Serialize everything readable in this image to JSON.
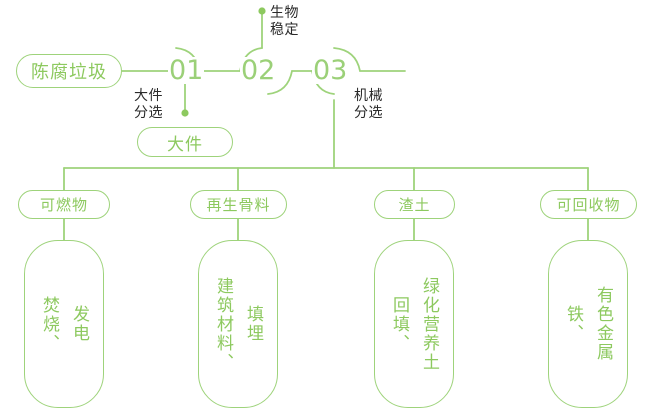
{
  "theme": {
    "line_color": "#9ED37B",
    "text_green": "#8DC95F",
    "number_green": "#9BD078",
    "annotation_dark": "#2a2a2a",
    "background": "#ffffff"
  },
  "diagram": {
    "type": "process-flow-tree",
    "source": {
      "label": "陈腐垃圾"
    },
    "stages": [
      {
        "id": "01",
        "number": "01",
        "annotation": "大件\n分选",
        "annotation_line1": "大件",
        "annotation_line2": "分选",
        "output": "大件"
      },
      {
        "id": "02",
        "number": "02",
        "annotation_line1": "生物",
        "annotation_line2": "稳定",
        "output": null
      },
      {
        "id": "03",
        "number": "03",
        "annotation_line1": "机械",
        "annotation_line2": "分选",
        "output": null
      }
    ],
    "branches": [
      {
        "label": "可燃物",
        "outcome_col1": "焚烧、",
        "outcome_col2": "发电"
      },
      {
        "label": "再生骨料",
        "outcome_col1": "建筑材料、",
        "outcome_col2": "填埋"
      },
      {
        "label": "渣土",
        "outcome_col1": "回填、",
        "outcome_col2": "绿化营养土"
      },
      {
        "label": "可回收物",
        "outcome_col1": "铁、",
        "outcome_col2": "有色金属"
      }
    ]
  }
}
